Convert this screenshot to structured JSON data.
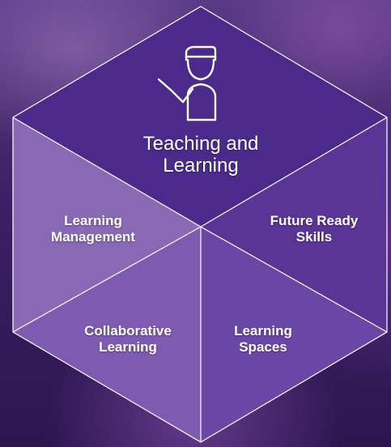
{
  "segments": {
    "top": {
      "line1": "Teaching and",
      "line2": "Learning",
      "icon": "teacher-pointer-icon"
    },
    "upper_left": {
      "line1": "Learning",
      "line2": "Management"
    },
    "upper_right": {
      "line1": "Future Ready",
      "line2": "Skills"
    },
    "lower_left": {
      "line1": "Collaborative",
      "line2": "Learning"
    },
    "lower_right": {
      "line1": "Learning",
      "line2": "Spaces"
    }
  },
  "colors": {
    "top": "#4b2a8c",
    "upper_left": "#8a69b4",
    "upper_right": "#5a3596",
    "lower_left": "#7e5bb0",
    "lower_right": "#6a47a6",
    "outline": "#ffffff"
  }
}
